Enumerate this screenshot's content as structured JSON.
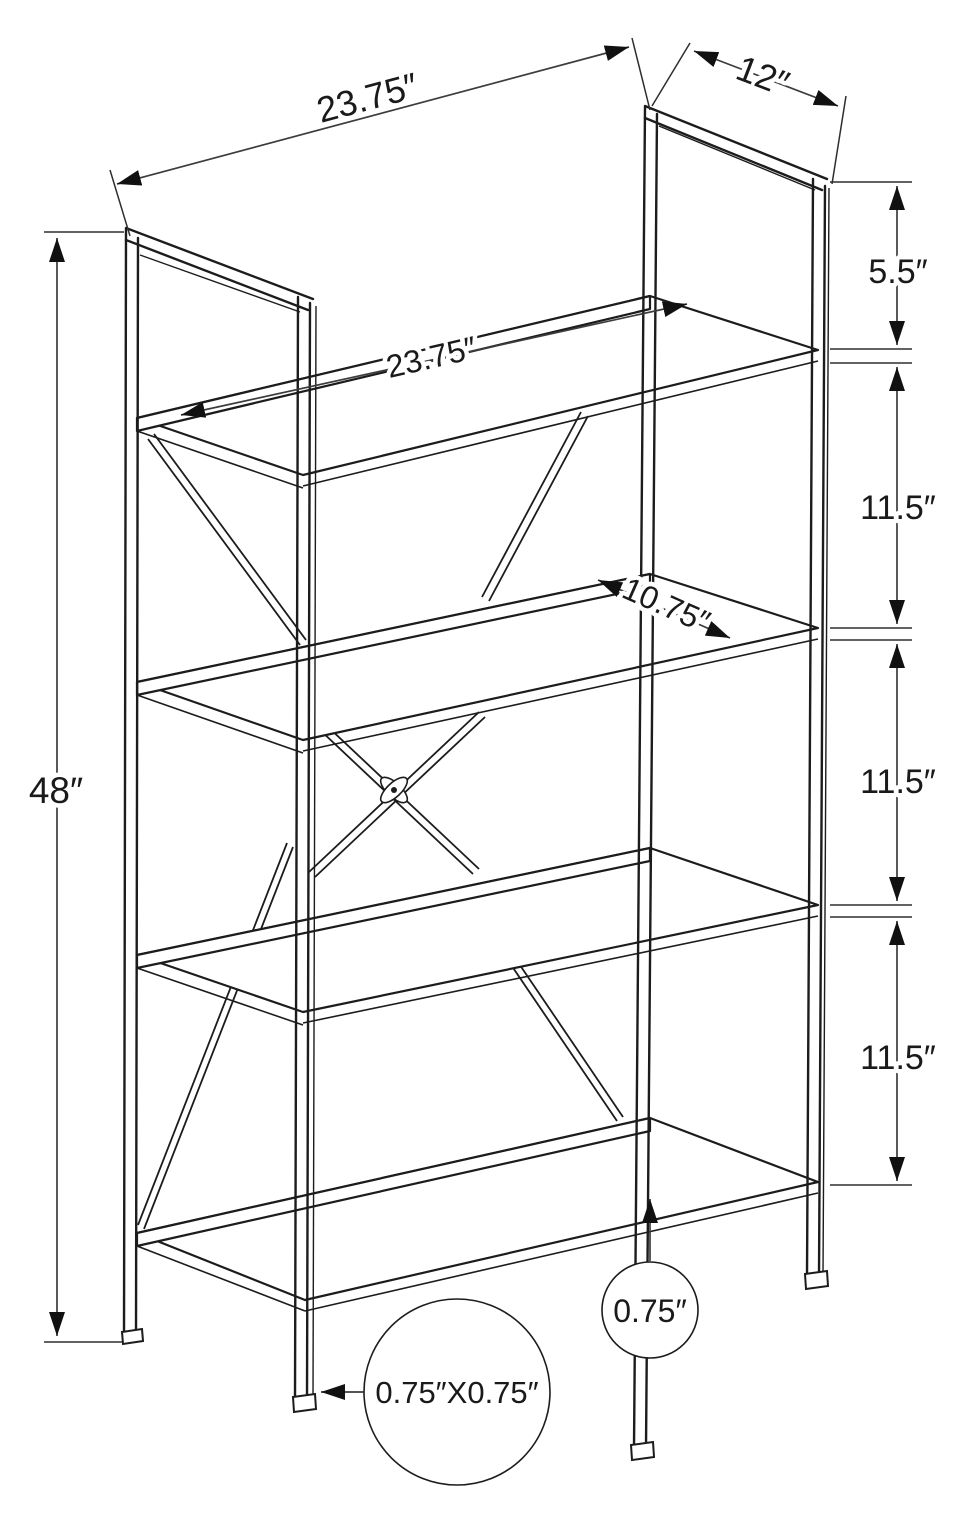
{
  "diagram": {
    "type": "product-dimension-drawing",
    "subject": "4-tier metal bookcase shelf unit",
    "colors": {
      "line": "#1c1c1c",
      "dim_line": "#3c3c3c",
      "background": "#ffffff"
    }
  },
  "dims": {
    "top_width": "23.75″",
    "depth": "12″",
    "top_gap": "5.5″",
    "gap1": "11.5″",
    "gap2": "11.5″",
    "gap3": "11.5″",
    "height": "48″",
    "shelf_width": "23.75″",
    "shelf_depth": "10.75″",
    "shelf_thickness": "0.75″",
    "tube_size": "0.75″X0.75″"
  }
}
